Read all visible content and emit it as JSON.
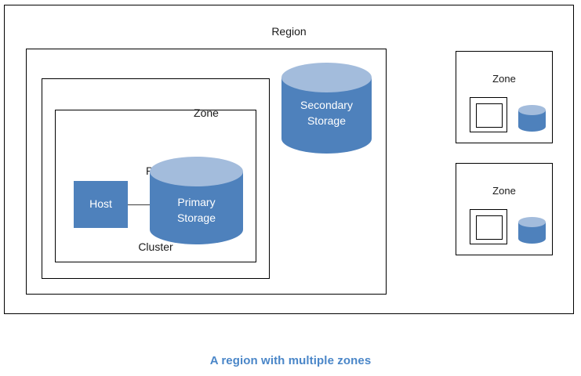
{
  "diagram": {
    "caption": "A region with multiple zones",
    "caption_color": "#4A86C8",
    "background_color": "#ffffff",
    "border_color": "#000000",
    "shape_fill": "#4E81BC",
    "shape_top_fill": "#A3BCDC",
    "shape_text_color": "#ffffff",
    "label_text_color": "#1a1a1a"
  },
  "region": {
    "label": "Region",
    "zone_main": {
      "label": "Zone",
      "pod": {
        "label": "Pod",
        "cluster": {
          "label": "Cluster",
          "host": {
            "label": "Host"
          },
          "primary_storage": {
            "label": "Primary\nStorage"
          }
        }
      },
      "secondary_storage": {
        "label": "Secondary\nStorage"
      }
    },
    "zones_small": [
      {
        "label": "Zone"
      },
      {
        "label": "Zone"
      }
    ]
  }
}
